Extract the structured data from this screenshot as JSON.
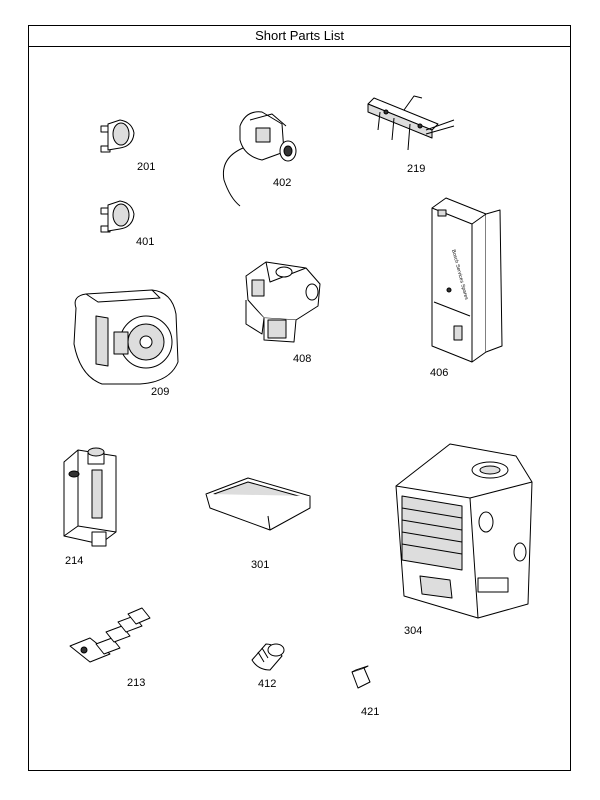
{
  "title": "Short Parts List",
  "parts": [
    {
      "id": "201"
    },
    {
      "id": "402"
    },
    {
      "id": "219"
    },
    {
      "id": "401"
    },
    {
      "id": "406"
    },
    {
      "id": "408"
    },
    {
      "id": "209"
    },
    {
      "id": "214"
    },
    {
      "id": "301"
    },
    {
      "id": "304"
    },
    {
      "id": "213"
    },
    {
      "id": "412"
    },
    {
      "id": "421"
    }
  ]
}
